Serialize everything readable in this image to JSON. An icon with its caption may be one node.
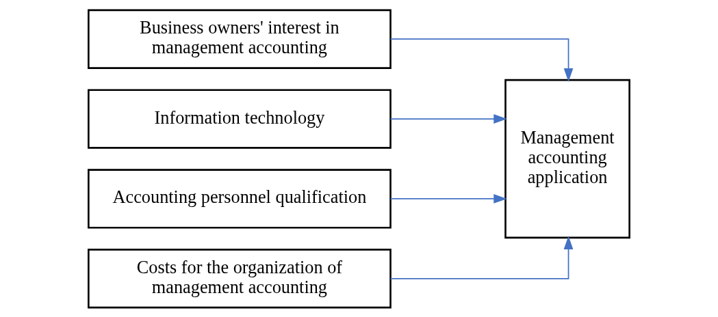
{
  "diagram": {
    "nodes": [
      {
        "text": [
          "Business owners' interest in management accounting"
        ]
      },
      {
        "text": [
          "Information technology"
        ]
      },
      {
        "text": [
          "Accounting personnel qualification"
        ]
      },
      {
        "text": [
          "Costs for the organization of management accounting"
        ]
      },
      {
        "text": [
          "Management accounting application"
        ]
      }
    ],
    "edges": [
      {
        "from": 0,
        "to": 4,
        "arrow": "to"
      },
      {
        "from": 1,
        "to": 4,
        "arrow": "to"
      },
      {
        "from": 2,
        "to": 4,
        "arrow": "to"
      },
      {
        "from": 3,
        "to": 4,
        "arrow": "to"
      }
    ]
  }
}
